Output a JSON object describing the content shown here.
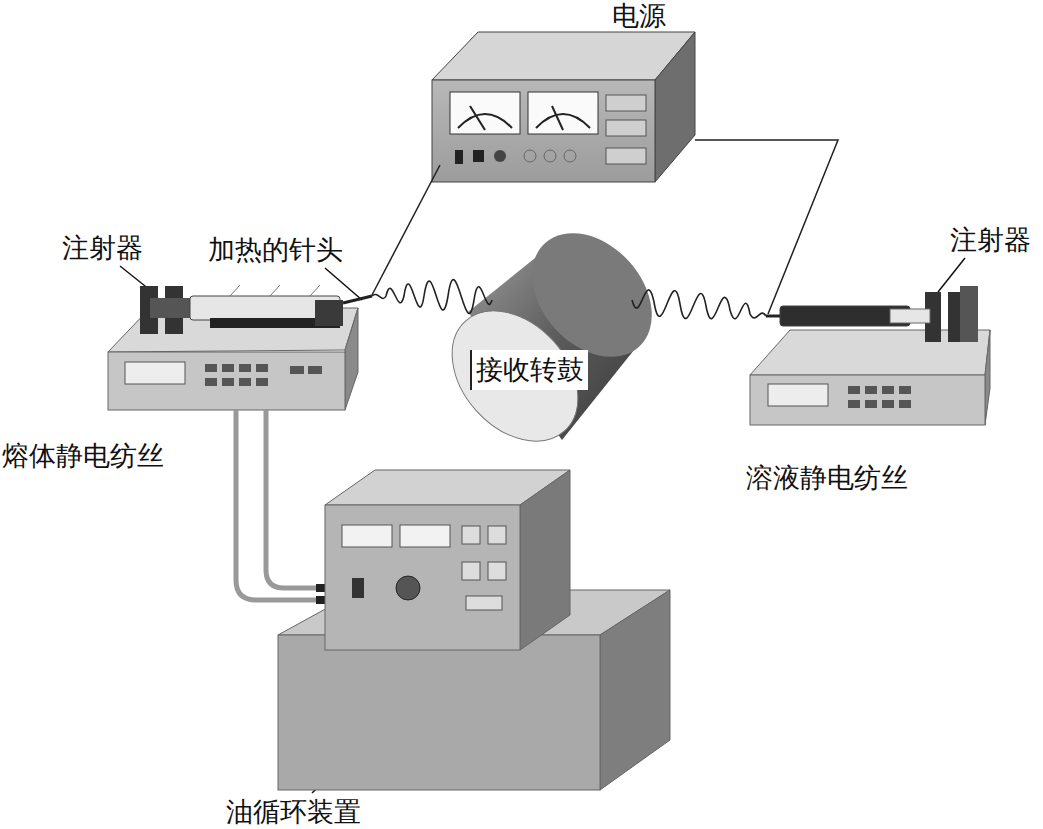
{
  "diagram": {
    "nodes": [
      {
        "text": [
          "接收转鼓"
        ]
      }
    ],
    "labels": [
      "电源",
      "注射器",
      "加热的针头",
      "注射器",
      "熔体静电纺丝",
      "溶液静电纺丝",
      "油循环装置"
    ]
  }
}
